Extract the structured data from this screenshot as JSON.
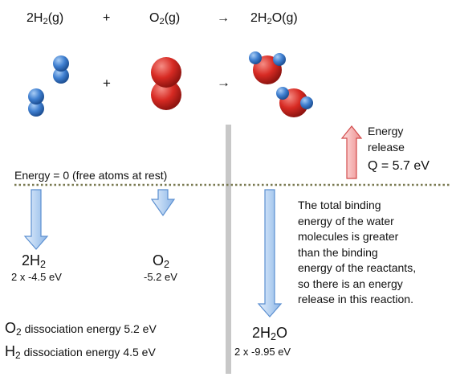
{
  "equation": {
    "reactant1_sym": "2H",
    "reactant1_sub": "2",
    "reactant1_state": "(g)",
    "plus": "+",
    "reactant2_sym": "O",
    "reactant2_sub": "2",
    "reactant2_state": "(g)",
    "arrow": "→",
    "product_sym": "2H",
    "product_sub": "2",
    "product_mid": "O",
    "product_state": "(g)"
  },
  "molecules": {
    "plus": "+",
    "arrow": "→"
  },
  "energy_zero_label": "Energy = 0 (free atoms at rest)",
  "release": {
    "label_line1": "Energy",
    "label_line2": "release",
    "q_value": "Q = 5.7 eV"
  },
  "h2": {
    "sym": "2H",
    "sub": "2",
    "value": "2 x -4.5 eV"
  },
  "o2": {
    "sym": "O",
    "sub": "2",
    "value": "-5.2 eV"
  },
  "h2o": {
    "sym": "2H",
    "sub": "2",
    "mid": "O",
    "value": "2 x -9.95 eV"
  },
  "explanation": [
    "The total binding",
    "energy of the water",
    "molecules is greater",
    "than the binding",
    "energy of the reactants,",
    "so there is an energy",
    "release in this reaction."
  ],
  "dissociation": [
    {
      "sym": "O",
      "sub": "2",
      "text": "dissociation energy 5.2 eV"
    },
    {
      "sym": "H",
      "sub": "2",
      "text": "dissociation energy 4.5 eV"
    }
  ],
  "colors": {
    "hydrogen": "#3f7fd0",
    "oxygen": "#d72a23",
    "arrow_blue": "#b8d3f2",
    "arrow_blue_edge": "#5b8fd0",
    "arrow_red": "#f6b7b7",
    "arrow_red_edge": "#d24b4b",
    "divider": "#c8c8c8",
    "dotted_line": "#7a7a52"
  }
}
